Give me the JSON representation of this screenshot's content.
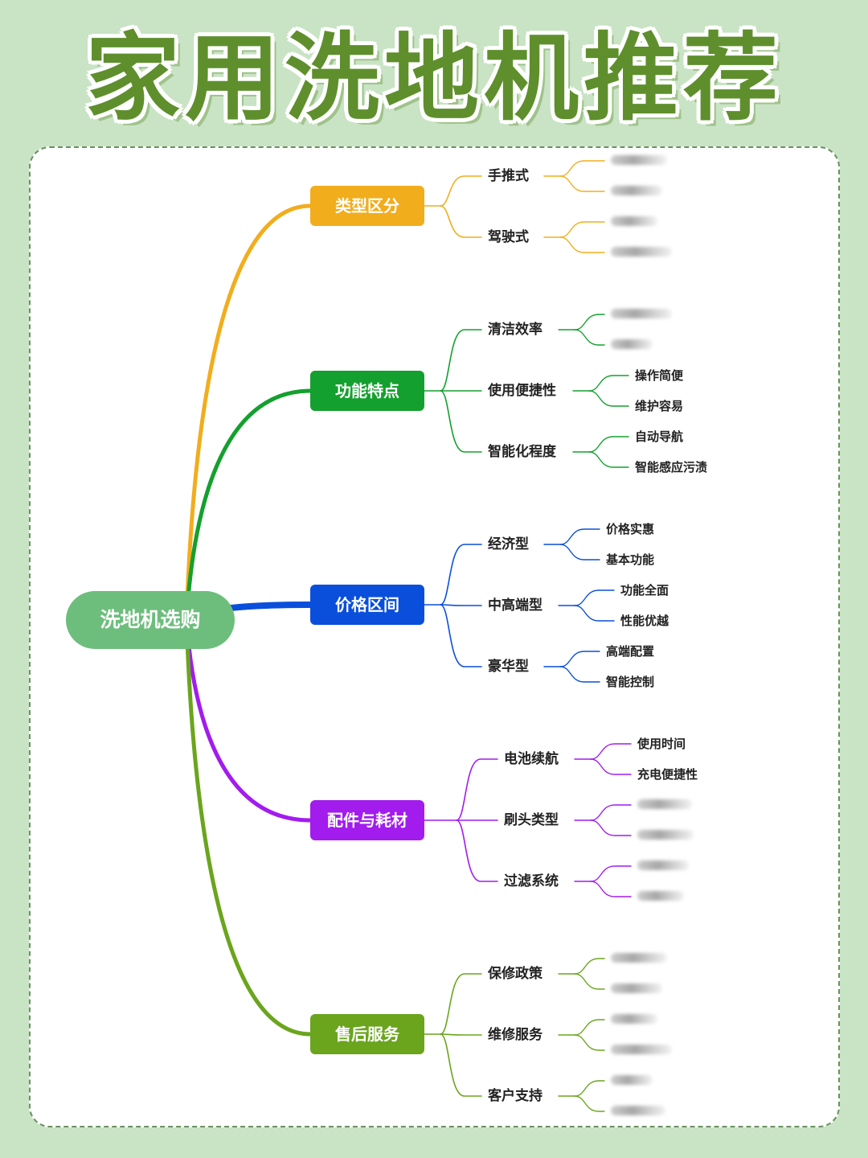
{
  "title": "家用洗地机推荐",
  "root": {
    "label": "洗地机选购",
    "color": "#6dbe7c"
  },
  "branches": [
    {
      "label": "类型区分",
      "color": "#f2ad1d",
      "subs": [
        {
          "label": "手推式",
          "leaves": [
            "",
            ""
          ]
        },
        {
          "label": "驾驶式",
          "leaves": [
            "",
            ""
          ]
        }
      ]
    },
    {
      "label": "功能特点",
      "color": "#14a02e",
      "subs": [
        {
          "label": "清洁效率",
          "leaves": [
            "",
            ""
          ]
        },
        {
          "label": "使用便捷性",
          "leaves": [
            "操作简便",
            "维护容易"
          ]
        },
        {
          "label": "智能化程度",
          "leaves": [
            "自动导航",
            "智能感应污渍"
          ]
        }
      ]
    },
    {
      "label": "价格区间",
      "color": "#0a4fdc",
      "subs": [
        {
          "label": "经济型",
          "leaves": [
            "价格实惠",
            "基本功能"
          ]
        },
        {
          "label": "中高端型",
          "leaves": [
            "功能全面",
            "性能优越"
          ]
        },
        {
          "label": "豪华型",
          "leaves": [
            "高端配置",
            "智能控制"
          ]
        }
      ]
    },
    {
      "label": "配件与耗材",
      "color": "#a21cee",
      "subs": [
        {
          "label": "电池续航",
          "leaves": [
            "使用时间",
            "充电便捷性"
          ]
        },
        {
          "label": "刷头类型",
          "leaves": [
            "",
            ""
          ]
        },
        {
          "label": "过滤系统",
          "leaves": [
            "",
            ""
          ]
        }
      ]
    },
    {
      "label": "售后服务",
      "color": "#6aa51d",
      "subs": [
        {
          "label": "保修政策",
          "leaves": [
            "",
            ""
          ]
        },
        {
          "label": "维修服务",
          "leaves": [
            "",
            ""
          ]
        },
        {
          "label": "客户支持",
          "leaves": [
            "",
            ""
          ]
        }
      ]
    }
  ]
}
